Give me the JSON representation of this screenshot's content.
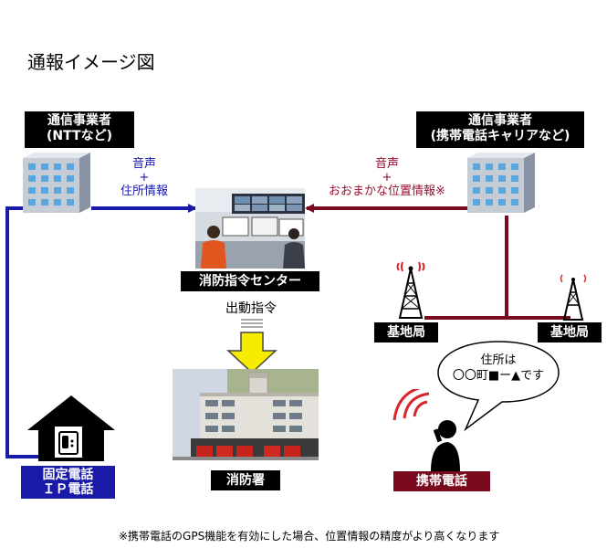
{
  "title": "通報イメージ図",
  "carrier_left": {
    "line1": "通信事業者",
    "line2": "(NTTなど)"
  },
  "carrier_right": {
    "line1": "通信事業者",
    "line2": "(携帯電話キャリアなど)"
  },
  "arrow_left_label": {
    "line1": "音声",
    "line2": "+",
    "line3": "住所情報"
  },
  "arrow_right_label": {
    "line1": "音声",
    "line2": "+",
    "line3": "おおまかな位置情報※"
  },
  "command_center": "消防指令センター",
  "dispatch": "出動指令",
  "fire_station": "消防署",
  "base_station_1": "基地局",
  "base_station_2": "基地局",
  "fixed_phone": {
    "line1": "固定電話",
    "line2": "ＩＰ電話"
  },
  "mobile_phone": "携帯電話",
  "speech": {
    "line1": "住所は",
    "line2": "〇〇町■ー▲です"
  },
  "footnote": "※携帯電話のGPS機能を有効にした場合、位置情報の精度がより高くなります",
  "colors": {
    "blue": "#1a1aa8",
    "maroon": "#7a0a1e",
    "red": "#d8262b",
    "arrow_yellow": "#f5ec00"
  }
}
